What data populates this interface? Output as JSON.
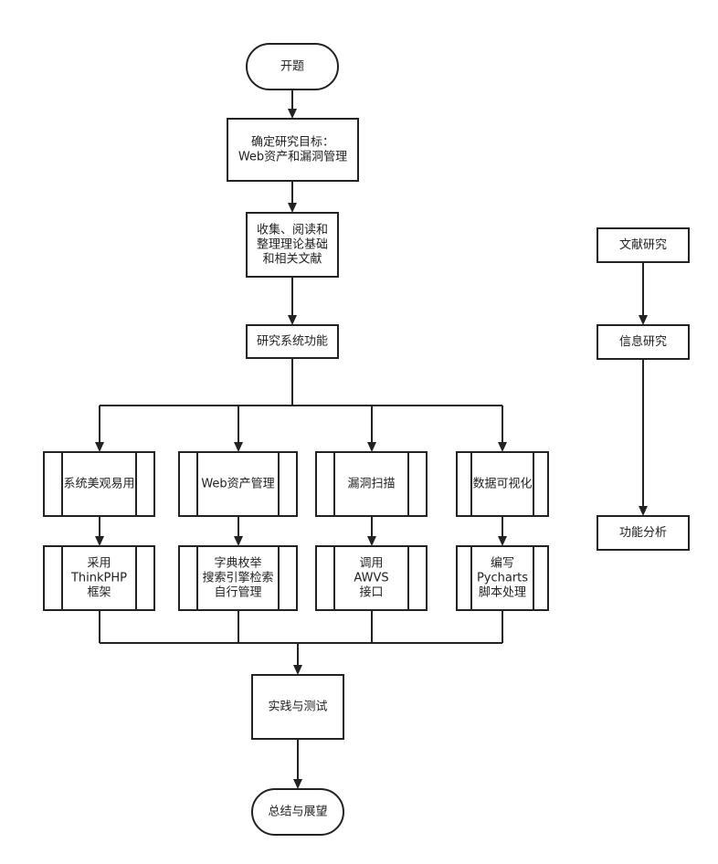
{
  "nodes": {
    "start": {
      "lines": [
        "开题"
      ]
    },
    "goal": {
      "lines": [
        "确定研究目标：",
        "Web资产和漏洞管理"
      ]
    },
    "collect": {
      "lines": [
        "收集、阅读和",
        "整理理论基础",
        "和相关文献"
      ]
    },
    "func": {
      "lines": [
        "研究系统功能"
      ]
    },
    "ui": {
      "lines": [
        "系统美观易用"
      ]
    },
    "asset": {
      "lines": [
        "Web资产管理"
      ]
    },
    "scan": {
      "lines": [
        "漏洞扫描"
      ]
    },
    "viz": {
      "lines": [
        "数据可视化"
      ]
    },
    "tp": {
      "lines": [
        "采用",
        "ThinkPHP",
        "框架"
      ]
    },
    "dict": {
      "lines": [
        "字典枚举",
        "搜索引擎检索",
        "自行管理"
      ]
    },
    "awvs": {
      "lines": [
        "调用",
        "AWVS",
        "接口"
      ]
    },
    "py": {
      "lines": [
        "编写",
        "Pycharts",
        "脚本处理"
      ]
    },
    "test": {
      "lines": [
        "实践与测试"
      ]
    },
    "end": {
      "lines": [
        "总结与展望"
      ]
    },
    "lit": {
      "lines": [
        "文献研究"
      ]
    },
    "info": {
      "lines": [
        "信息研究"
      ]
    },
    "ana": {
      "lines": [
        "功能分析"
      ]
    }
  }
}
